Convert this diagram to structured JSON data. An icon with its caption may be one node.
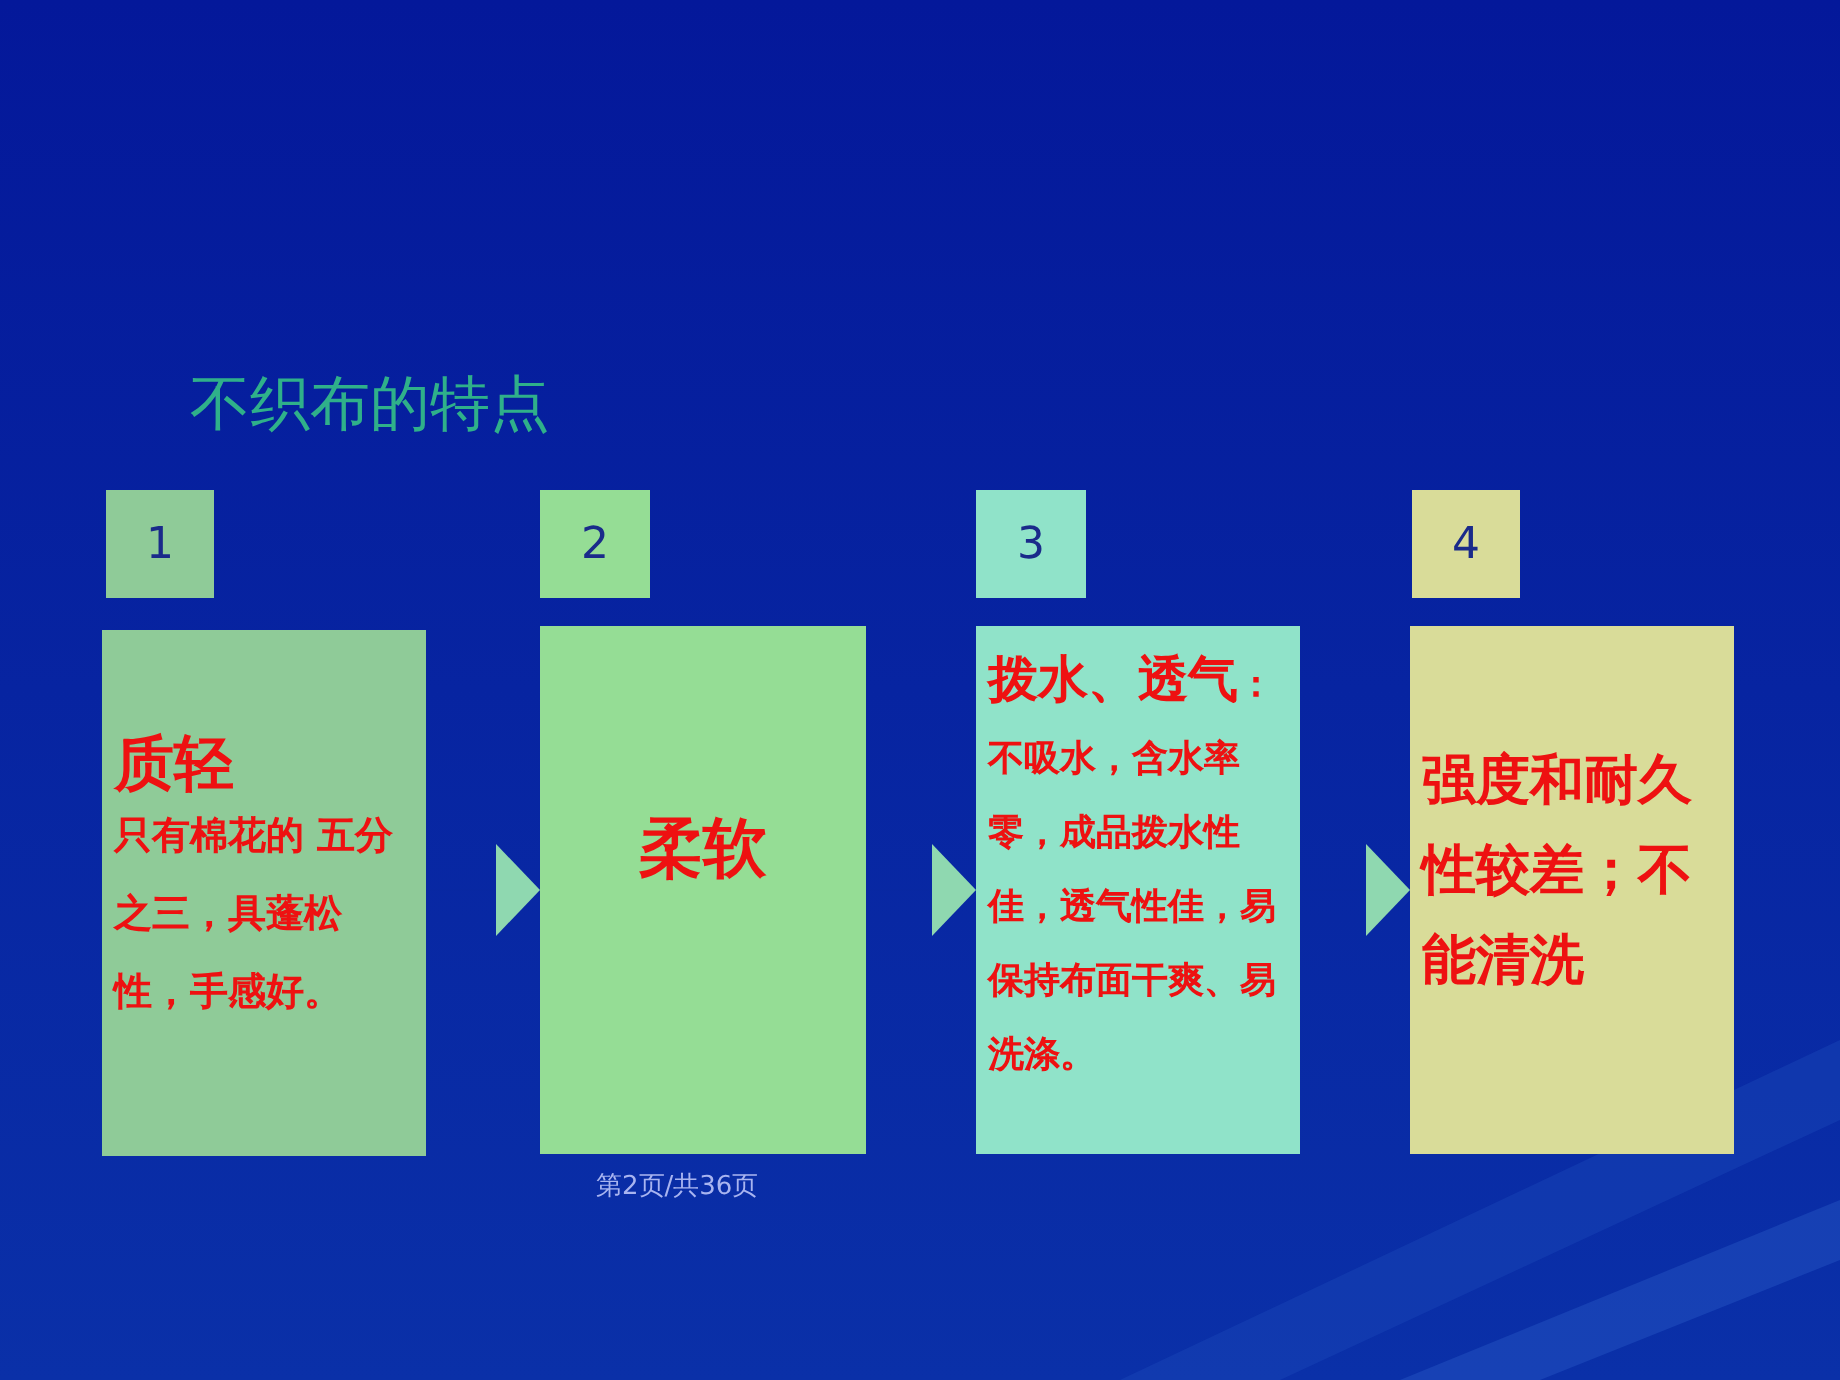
{
  "diagram": {
    "title": "不织布的特点",
    "nodes": [
      {
        "text": [
          "1"
        ]
      },
      {
        "text": [
          "2"
        ]
      },
      {
        "text": [
          "3"
        ]
      },
      {
        "text": [
          "4"
        ]
      },
      {
        "text": [
          "质轻",
          "只有棉花的 五分之三，具蓬松性，手感好。"
        ]
      },
      {
        "text": [
          "柔软"
        ]
      },
      {
        "text": [
          "拨水、透气",
          "：不吸水，含水率零，成品拨水性佳，透气性佳，易保持布面干爽、易洗涤。"
        ]
      },
      {
        "text": [
          "强度和耐久性较差；不能清洗"
        ]
      }
    ],
    "edges": [
      {
        "from": 4,
        "to": 5,
        "arrow": "to"
      },
      {
        "from": 5,
        "to": 6,
        "arrow": "to"
      },
      {
        "from": 6,
        "to": 7,
        "arrow": "to"
      }
    ],
    "labels": [
      "第2页/共36页"
    ]
  }
}
